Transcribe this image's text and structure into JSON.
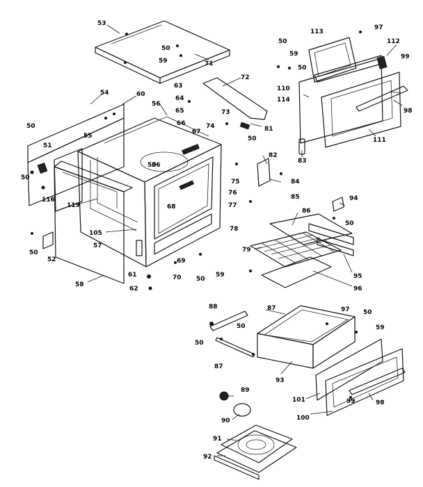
{
  "diagram": {
    "type": "exploded-parts-diagram",
    "callouts": [
      {
        "label": "53"
      },
      {
        "label": "50"
      },
      {
        "label": "59"
      },
      {
        "label": "71"
      },
      {
        "label": "72"
      },
      {
        "label": "54"
      },
      {
        "label": "60"
      },
      {
        "label": "56"
      },
      {
        "label": "63"
      },
      {
        "label": "64"
      },
      {
        "label": "65"
      },
      {
        "label": "66"
      },
      {
        "label": "67"
      },
      {
        "label": "74"
      },
      {
        "label": "73"
      },
      {
        "label": "81"
      },
      {
        "label": "50"
      },
      {
        "label": "50"
      },
      {
        "label": "51"
      },
      {
        "label": "55"
      },
      {
        "label": "50"
      },
      {
        "label": "116"
      },
      {
        "label": "119"
      },
      {
        "label": "56"
      },
      {
        "label": "68"
      },
      {
        "label": "75"
      },
      {
        "label": "76"
      },
      {
        "label": "77"
      },
      {
        "label": "105"
      },
      {
        "label": "57"
      },
      {
        "label": "78"
      },
      {
        "label": "50"
      },
      {
        "label": "52"
      },
      {
        "label": "58"
      },
      {
        "label": "61"
      },
      {
        "label": "62"
      },
      {
        "label": "69"
      },
      {
        "label": "70"
      },
      {
        "label": "50"
      },
      {
        "label": "59"
      },
      {
        "label": "50"
      },
      {
        "label": "113"
      },
      {
        "label": "97"
      },
      {
        "label": "112"
      },
      {
        "label": "59"
      },
      {
        "label": "50"
      },
      {
        "label": "99"
      },
      {
        "label": "110"
      },
      {
        "label": "114"
      },
      {
        "label": "98"
      },
      {
        "label": "111"
      },
      {
        "label": "82"
      },
      {
        "label": "83"
      },
      {
        "label": "84"
      },
      {
        "label": "85"
      },
      {
        "label": "94"
      },
      {
        "label": "50"
      },
      {
        "label": "86"
      },
      {
        "label": "79"
      },
      {
        "label": "95"
      },
      {
        "label": "96"
      },
      {
        "label": "88"
      },
      {
        "label": "87"
      },
      {
        "label": "97"
      },
      {
        "label": "50"
      },
      {
        "label": "59"
      },
      {
        "label": "50"
      },
      {
        "label": "50"
      },
      {
        "label": "87"
      },
      {
        "label": "93"
      },
      {
        "label": "101"
      },
      {
        "label": "99"
      },
      {
        "label": "98"
      },
      {
        "label": "100"
      },
      {
        "label": "89"
      },
      {
        "label": "90"
      },
      {
        "label": "91"
      },
      {
        "label": "92"
      },
      {
        "label": "50"
      }
    ]
  }
}
